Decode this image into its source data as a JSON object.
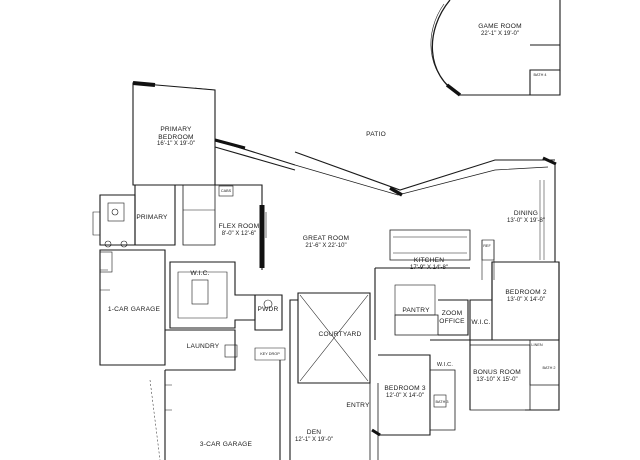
{
  "plan": {
    "rooms": {
      "game_room": {
        "name": "GAME ROOM",
        "dim": "22'-1\" X 19'-0\""
      },
      "patio": {
        "name": "PATIO"
      },
      "primary_bedroom": {
        "name": "PRIMARY BEDROOM",
        "line1": "PRIMARY",
        "line2": "BEDROOM",
        "dim": "16'-1\" X 19'-0\""
      },
      "primary_bath": {
        "name": "PRIMARY"
      },
      "flex_room": {
        "name": "FLEX ROOM",
        "dim": "8'-0\" X 12'-6\""
      },
      "great_room": {
        "name": "GREAT ROOM",
        "dim": "21'-6\" X 22'-10\""
      },
      "dining": {
        "name": "DINING",
        "dim": "13'-0\" X 19'-8\""
      },
      "kitchen": {
        "name": "KITCHEN",
        "dim": "17'-9\" X 14'-8\""
      },
      "bedroom_2": {
        "name": "BEDROOM 2",
        "dim": "13'-0\" X 14'-0\""
      },
      "wic_primary": {
        "name": "W.I.C."
      },
      "one_car_garage": {
        "name": "1-CAR GARAGE"
      },
      "pwdr": {
        "name": "PWDR"
      },
      "courtyard": {
        "name": "COURTYARD"
      },
      "pantry": {
        "name": "PANTRY"
      },
      "zoom_office": {
        "name": "ZOOM OFFICE",
        "line1": "ZOOM",
        "line2": "OFFICE"
      },
      "wic_bed2": {
        "name": "W.I.C."
      },
      "laundry": {
        "name": "LAUNDRY"
      },
      "bonus_room": {
        "name": "BONUS ROOM",
        "dim": "13'-10\" X 15'-0\""
      },
      "bedroom_3": {
        "name": "BEDROOM 3",
        "dim": "12'-0\" X 14'-0\""
      },
      "wic_bed3": {
        "name": "W.I.C."
      },
      "entry": {
        "name": "ENTRY"
      },
      "den": {
        "name": "DEN",
        "dim": "12'-1\" X 19'-0\""
      },
      "three_car_garage": {
        "name": "3-CAR GARAGE"
      }
    },
    "small_labels": {
      "bath4": "BATH 4",
      "bath2": "BATH 2",
      "bath3": "BATH 3",
      "cabs": "CABS",
      "ref": "REF",
      "linen": "LINEN",
      "key_drop": "KEY DROP"
    }
  }
}
